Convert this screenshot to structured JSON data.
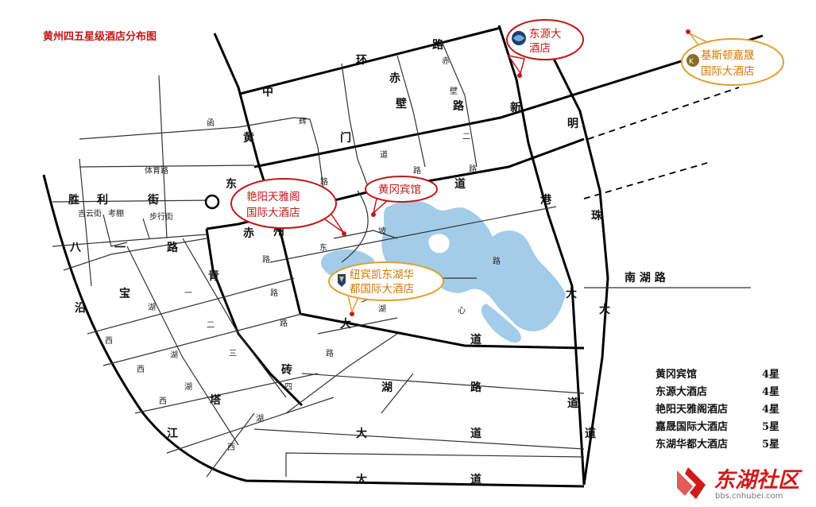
{
  "title": "黄州四五星级酒店分布图",
  "roads": {
    "zhonghuan": [
      "路",
      "环",
      "中"
    ],
    "chibi": [
      "赤",
      "壁",
      "路",
      "赤",
      "壁",
      "路"
    ],
    "huangmen": [
      "黄",
      "门",
      "道"
    ],
    "dongmen": [
      "东"
    ],
    "yi": [
      "一",
      "二"
    ],
    "xinming": [
      "新",
      "明"
    ],
    "gangzhu": [
      "港",
      "珠"
    ],
    "chizhou": [
      "赤",
      "州",
      "路"
    ],
    "dongpo": [
      "东",
      "坡",
      "路"
    ],
    "nanhu": "南 湖 路",
    "dada": [
      "大",
      "大"
    ],
    "qingzhuan": [
      "青",
      "砖",
      "湖",
      "路"
    ],
    "shengli": [
      "胜",
      "利",
      "街"
    ],
    "hanhui": [
      "函",
      "辉",
      "路"
    ],
    "tiyu": "体育路",
    "jiyun": "吉云街",
    "kaopeng": "考棚",
    "buyun": "步行街",
    "bayi": [
      "八",
      "一",
      "路"
    ],
    "baohu": [
      "宝",
      "湖",
      "一",
      "路"
    ],
    "yanjiang": [
      "沿",
      "江"
    ],
    "xihu": [
      "西",
      "湖",
      "西",
      "湖",
      "西",
      "湖",
      "西"
    ],
    "tahu": [
      "塔",
      "湖",
      "二",
      "三",
      "四"
    ],
    "huxin": [
      "湖",
      "心",
      "大",
      "道"
    ],
    "dongdao": [
      "大",
      "道",
      "湖",
      "路",
      "道"
    ],
    "dadao3": [
      "大",
      "道",
      "道"
    ],
    "dadao4": [
      "大",
      "道"
    ]
  },
  "hotels": [
    {
      "name": "东源大\n酒店",
      "style": "red"
    },
    {
      "name": "基斯顿嘉晟\n国际大酒店",
      "style": "gold"
    },
    {
      "name": "黄冈宾馆",
      "style": "red"
    },
    {
      "name": "艳阳天雅阁\n国际大酒店",
      "style": "red"
    },
    {
      "name": "纽宾凯东湖华\n都国际大酒店",
      "style": "gold"
    }
  ],
  "legend": [
    {
      "name": "黄冈宾馆",
      "stars": "4星"
    },
    {
      "name": "东源大酒店",
      "stars": "4星"
    },
    {
      "name": "艳阳天雅阁酒店",
      "stars": "4星"
    },
    {
      "name": "嘉晟国际大酒店",
      "stars": "5星"
    },
    {
      "name": "东湖华都大酒店",
      "stars": "5星"
    }
  ],
  "watermark": {
    "brand": "东湖社区",
    "url": "bbs.cnhubei.com"
  },
  "colors": {
    "lake": "#a3cce9",
    "callout_red": "#c01818",
    "callout_gold": "#e0a030",
    "road": "#000000"
  }
}
